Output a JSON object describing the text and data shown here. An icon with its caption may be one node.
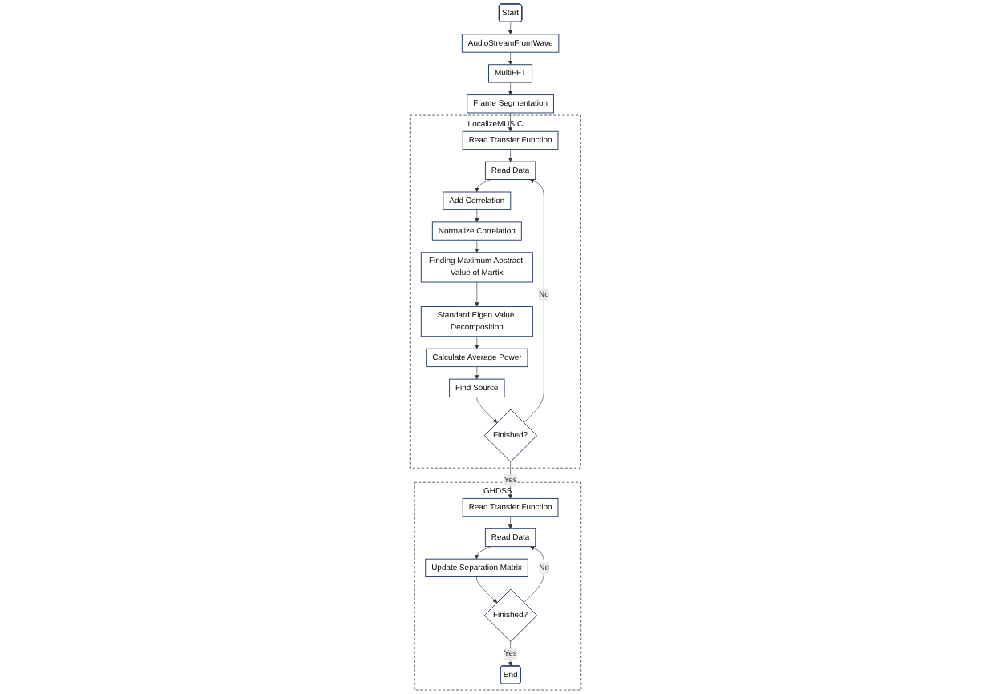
{
  "diagram": {
    "nodes": [
      {
        "text": [
          "Start"
        ]
      },
      {
        "text": [
          "AudioStreamFromWave"
        ]
      },
      {
        "text": [
          "MultiFFT"
        ]
      },
      {
        "text": [
          "Frame Segmentation"
        ]
      },
      {
        "text": [
          "LocalizeMUSIC"
        ]
      },
      {
        "text": [
          "Read Transfer Function"
        ],
        "in": 4
      },
      {
        "text": [
          "Read Data"
        ],
        "in": 4
      },
      {
        "text": [
          "Add Correlation"
        ],
        "in": 4
      },
      {
        "text": [
          "Normalize Correlation"
        ],
        "in": 4
      },
      {
        "text": [
          "Finding Maximum Abstract Value of Martix"
        ],
        "in": 4
      },
      {
        "text": [
          "Standard Eigen Value Decomposition"
        ],
        "in": 4
      },
      {
        "text": [
          "Calculate Average Power"
        ],
        "in": 4
      },
      {
        "text": [
          "Find Source"
        ],
        "in": 4
      },
      {
        "text": [
          "Finished?"
        ],
        "in": 4
      },
      {
        "text": [
          "GHDSS"
        ]
      },
      {
        "text": [
          "Read Transfer Function"
        ],
        "in": 14
      },
      {
        "text": [
          "Read Data"
        ],
        "in": 14
      },
      {
        "text": [
          "Update Separation Matrix"
        ],
        "in": 14
      },
      {
        "text": [
          "Finished?"
        ],
        "in": 14
      },
      {
        "text": [
          "End"
        ],
        "in": 14
      }
    ],
    "edges": [
      {
        "from": 0,
        "to": 1,
        "arrow": "to"
      },
      {
        "from": 1,
        "to": 2,
        "arrow": "to"
      },
      {
        "from": 2,
        "to": 3,
        "arrow": "to"
      },
      {
        "from": 3,
        "to": 5,
        "arrow": "to"
      },
      {
        "from": 5,
        "to": 6,
        "arrow": "to"
      },
      {
        "from": 6,
        "to": 7,
        "arrow": "to"
      },
      {
        "from": 7,
        "to": 8,
        "arrow": "to"
      },
      {
        "from": 8,
        "to": 9,
        "arrow": "to"
      },
      {
        "from": 9,
        "to": 10,
        "arrow": "to"
      },
      {
        "from": 10,
        "to": 11,
        "arrow": "to"
      },
      {
        "from": 11,
        "to": 12,
        "arrow": "to"
      },
      {
        "from": 12,
        "to": 13,
        "arrow": "to"
      },
      {
        "from": 13,
        "to": 6,
        "label": "No",
        "arrow": "to"
      },
      {
        "from": 13,
        "to": 15,
        "label": "Yes",
        "arrow": "to"
      },
      {
        "from": 15,
        "to": 16,
        "arrow": "to"
      },
      {
        "from": 16,
        "to": 17,
        "arrow": "to"
      },
      {
        "from": 17,
        "to": 18,
        "arrow": "to"
      },
      {
        "from": 18,
        "to": 16,
        "label": "No",
        "arrow": "to"
      },
      {
        "from": 18,
        "to": 19,
        "label": "Yes",
        "arrow": "to"
      }
    ]
  }
}
